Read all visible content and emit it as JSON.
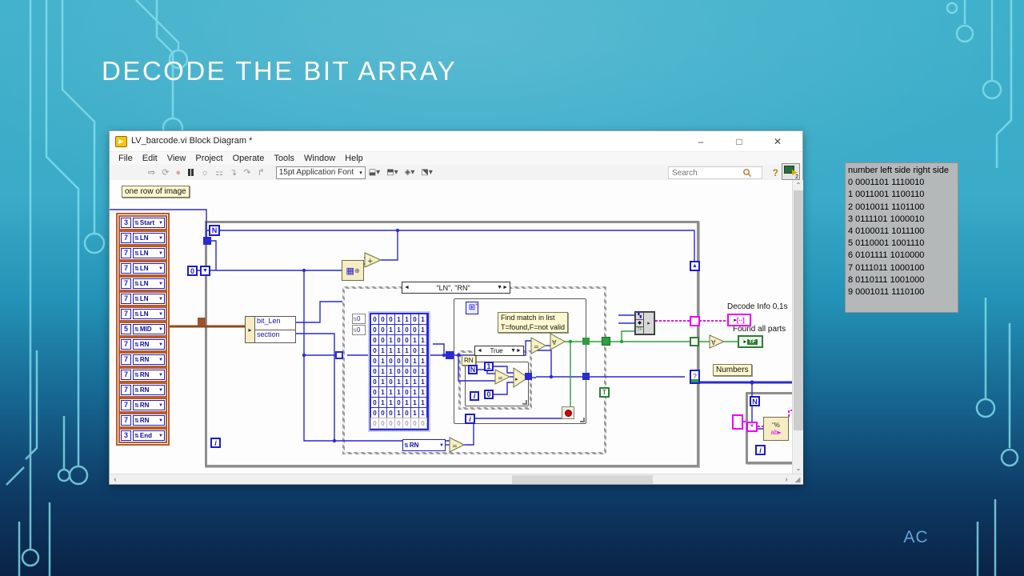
{
  "slide": {
    "title": "DECODE THE BIT ARRAY",
    "footer": "AC",
    "colors": {
      "bg_top": "#3fb0cb",
      "bg_bottom": "#0a2346",
      "trace": "#86dfec",
      "accent_blue": "#66a3d8"
    }
  },
  "window": {
    "title": "LV_barcode.vi Block Diagram *",
    "controls": {
      "minimize": "–",
      "maximize": "□",
      "close": "✕"
    },
    "menus": [
      "File",
      "Edit",
      "View",
      "Project",
      "Operate",
      "Tools",
      "Window",
      "Help"
    ],
    "toolbar": {
      "font_selector": "15pt Application Font",
      "search_placeholder": "Search",
      "vi_badge": "2"
    }
  },
  "diagram": {
    "labels": {
      "one_row_of_image": "one row of image",
      "find_match_line1": "Find match in list",
      "find_match_line2": "T=found,F=not valid",
      "numbers": "Numbers",
      "decode_info": "Decode Info 0,1s",
      "found_all_parts": "Found all parts",
      "unbundle_field1": "bit_Len",
      "unbundle_field2": "section"
    },
    "case_selector": "\"LN\", \"RN\"",
    "inner_case": {
      "selector": "True",
      "tag": "RN"
    },
    "terminals": {
      "count": "N",
      "iteration": "i",
      "true_const": "T"
    },
    "constants": {
      "shift_init": "0",
      "one": "1",
      "zero": "0"
    },
    "rn_enum": "RN",
    "enum_array": {
      "items": [
        {
          "len": "3",
          "name": "Start"
        },
        {
          "len": "7",
          "name": "LN"
        },
        {
          "len": "7",
          "name": "LN"
        },
        {
          "len": "7",
          "name": "LN"
        },
        {
          "len": "7",
          "name": "LN"
        },
        {
          "len": "7",
          "name": "LN"
        },
        {
          "len": "7",
          "name": "LN"
        },
        {
          "len": "5",
          "name": "MID"
        },
        {
          "len": "7",
          "name": "RN"
        },
        {
          "len": "7",
          "name": "RN"
        },
        {
          "len": "7",
          "name": "RN"
        },
        {
          "len": "7",
          "name": "RN"
        },
        {
          "len": "7",
          "name": "RN"
        },
        {
          "len": "7",
          "name": "RN"
        },
        {
          "len": "3",
          "name": "End"
        }
      ]
    },
    "bit_table": {
      "index_values": [
        "0",
        "0"
      ],
      "rows": [
        "0001101",
        "0011001",
        "0010011",
        "0111101",
        "0100011",
        "0110001",
        "0101111",
        "0111011",
        "0110111",
        "0001011"
      ],
      "disabled_row": "0000000"
    }
  },
  "code_table": {
    "header": "number left side right side",
    "rows": [
      "0 0001101 1110010",
      "1 0011001 1100110",
      "2 0010011 1101100",
      "3 0111101 1000010",
      "4 0100011 1011100",
      "5 0110001 1001110",
      "6 0101111 1010000",
      "7 0111011 1000100",
      "8 0110111 1001000",
      "9 0001011 1110100"
    ]
  }
}
